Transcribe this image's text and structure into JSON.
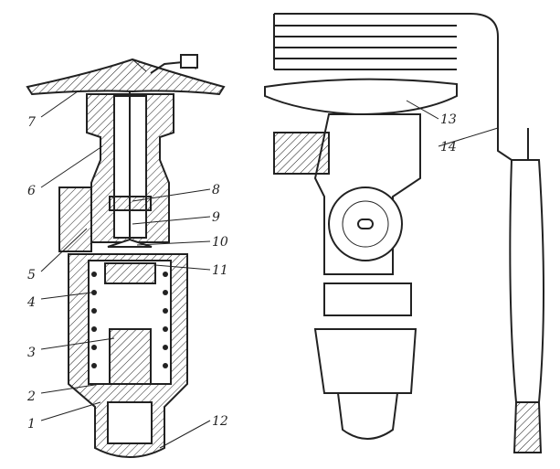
{
  "labels": {
    "l1": "1",
    "l2": "2",
    "l3": "3",
    "l4": "4",
    "l5": "5",
    "l6": "6",
    "l7": "7",
    "l8": "8",
    "l9": "9",
    "l10": "10",
    "l11": "11",
    "l12": "12",
    "l13": "13",
    "l14": "14"
  },
  "colors": {
    "ink": "#222222",
    "paper": "#ffffff"
  }
}
